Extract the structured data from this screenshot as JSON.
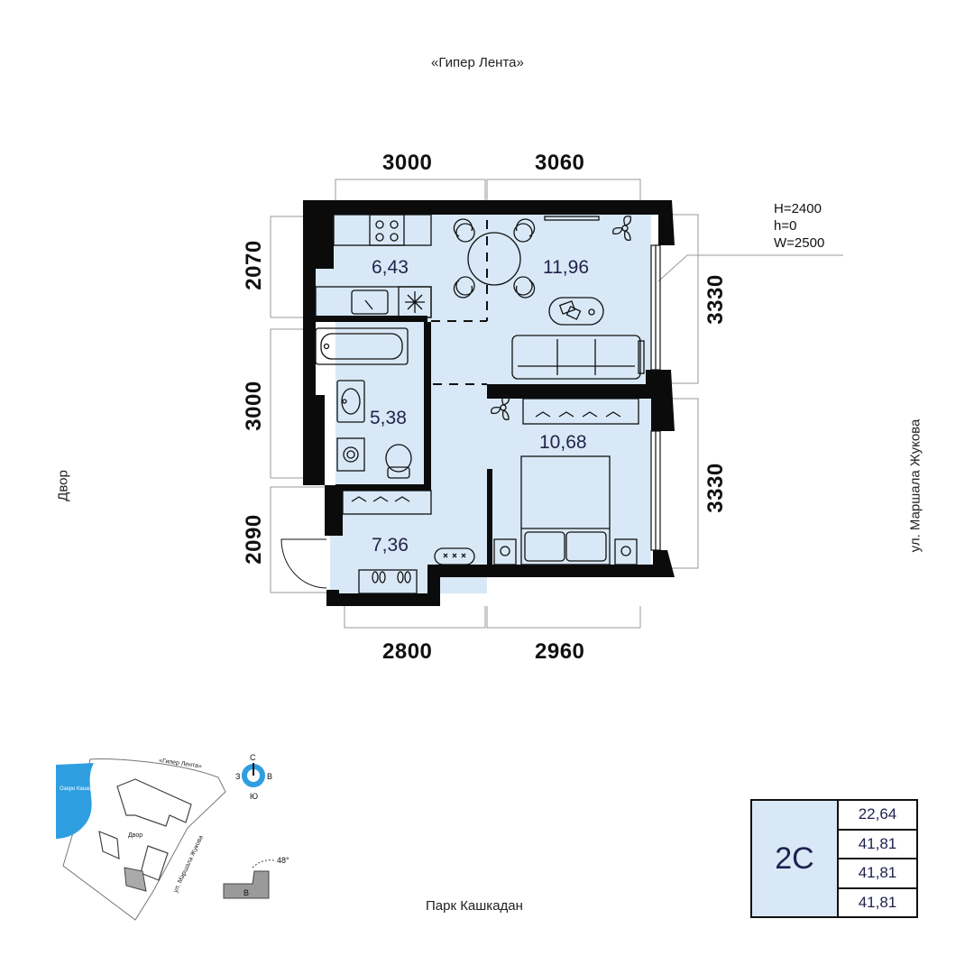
{
  "labels": {
    "top_street": "«Гипер Лента»",
    "left_side": "Двор",
    "right_street": "ул. Маршала Жукова",
    "bottom_park": "Парк Кашкадан"
  },
  "dimensions": {
    "top": [
      "3000",
      "3060"
    ],
    "bottom": [
      "2800",
      "2960"
    ],
    "left": [
      "2070",
      "3000",
      "2090"
    ],
    "right": [
      "3330",
      "3330"
    ]
  },
  "window_note": {
    "H": "H=2400",
    "h": "h=0",
    "W": "W=2500"
  },
  "rooms": [
    {
      "id": "kitchen",
      "area": "6,43"
    },
    {
      "id": "living",
      "area": "11,96"
    },
    {
      "id": "bathroom",
      "area": "5,38"
    },
    {
      "id": "bedroom",
      "area": "10,68"
    },
    {
      "id": "hallway",
      "area": "7,36"
    }
  ],
  "compass": {
    "n": "С",
    "s": "Ю",
    "w": "З",
    "e": "В",
    "angle": "48°"
  },
  "site_plan": {
    "lake": "Озеро Кашкадан",
    "road_top": "«Гипер Лента»",
    "road_right": "ул. Маршала Жукова",
    "yard": "Двор",
    "section": "В"
  },
  "summary": {
    "type": "2С",
    "areas": [
      "22,64",
      "41,81",
      "41,81",
      "41,81"
    ]
  },
  "colors": {
    "room_fill": "#d8e8f6",
    "wall": "#0b0b0b",
    "text_dark": "#1f2150"
  }
}
